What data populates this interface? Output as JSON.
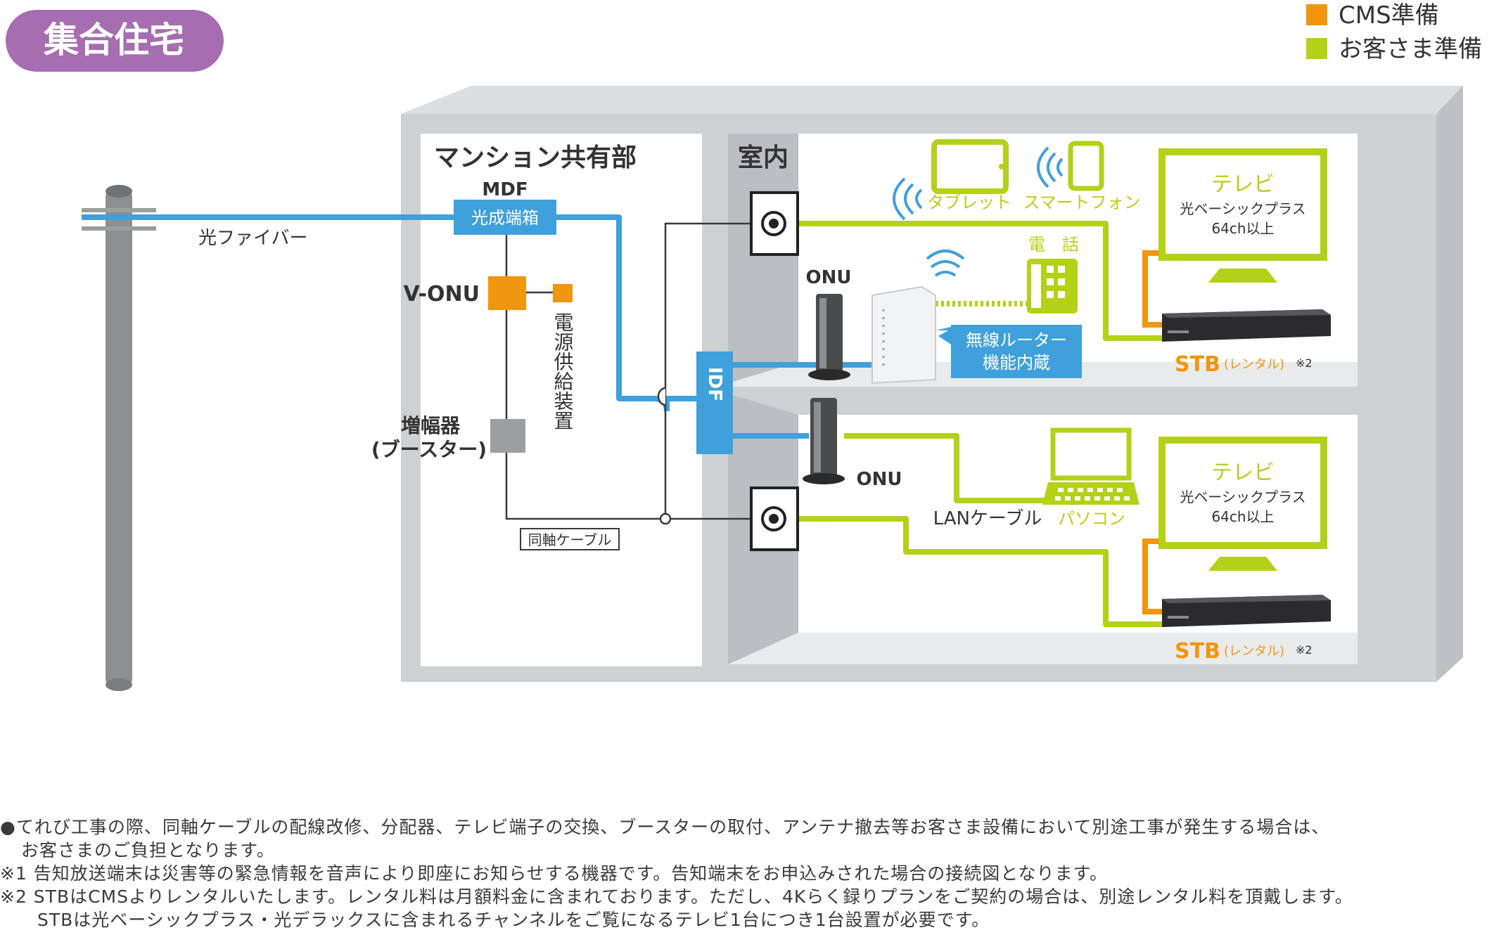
{
  "title": "集合住宅",
  "legend": [
    {
      "label": "CMS準備",
      "color": "#f0960f"
    },
    {
      "label": "お客さま準備",
      "color": "#b3d117"
    }
  ],
  "colors": {
    "fiber": "#3fa0dc",
    "customer": "#b3d117",
    "cms": "#f0960f",
    "coax": "#3a3a3a",
    "title_badge": "#a66db0"
  },
  "labels": {
    "fiber": "光ファイバー",
    "common_area": "マンション共有部",
    "indoor": "室内",
    "mdf": "MDF",
    "optical_box": "光成端箱",
    "v_onu": "V-ONU",
    "power_supply": "電源供給装置",
    "booster_1": "増幅器",
    "booster_2": "(ブースター)",
    "coax_cable": "同軸ケーブル",
    "idf": "IDF",
    "onu_upper": "ONU",
    "onu_lower": "ONU",
    "tablet": "タブレット",
    "smartphone": "スマートフォン",
    "phone": "電　話",
    "router_1": "無線ルーター",
    "router_2": "機能内蔵",
    "lan_cable": "LANケーブル",
    "pc": "パソコン",
    "tv_title": "テレビ",
    "tv_line1": "光ベーシックプラス",
    "tv_line2": "64ch以上",
    "stb": "STB",
    "stb_rental": "(レンタル)",
    "stb_note": "※2"
  },
  "notes": [
    "●てれび工事の際、同軸ケーブルの配線改修、分配器、テレビ端子の交換、ブースターの取付、アンテナ撤去等お客さま設備において別途工事が発生する場合は、",
    "お客さまのご負担となります。",
    "※1 告知放送端末は災害等の緊急情報を音声により即座にお知らせする機器です。告知端末をお申込みされた場合の接続図となります。",
    "※2 STBはCMSよりレンタルいたします。レンタル料は月額料金に含まれております。ただし、4Kらく録りプランをご契約の場合は、別途レンタル料を頂戴します。",
    "STBは光ベーシックプラス・光デラックスに含まれるチャンネルをご覧になるテレビ1台につき1台設置が必要です。"
  ]
}
